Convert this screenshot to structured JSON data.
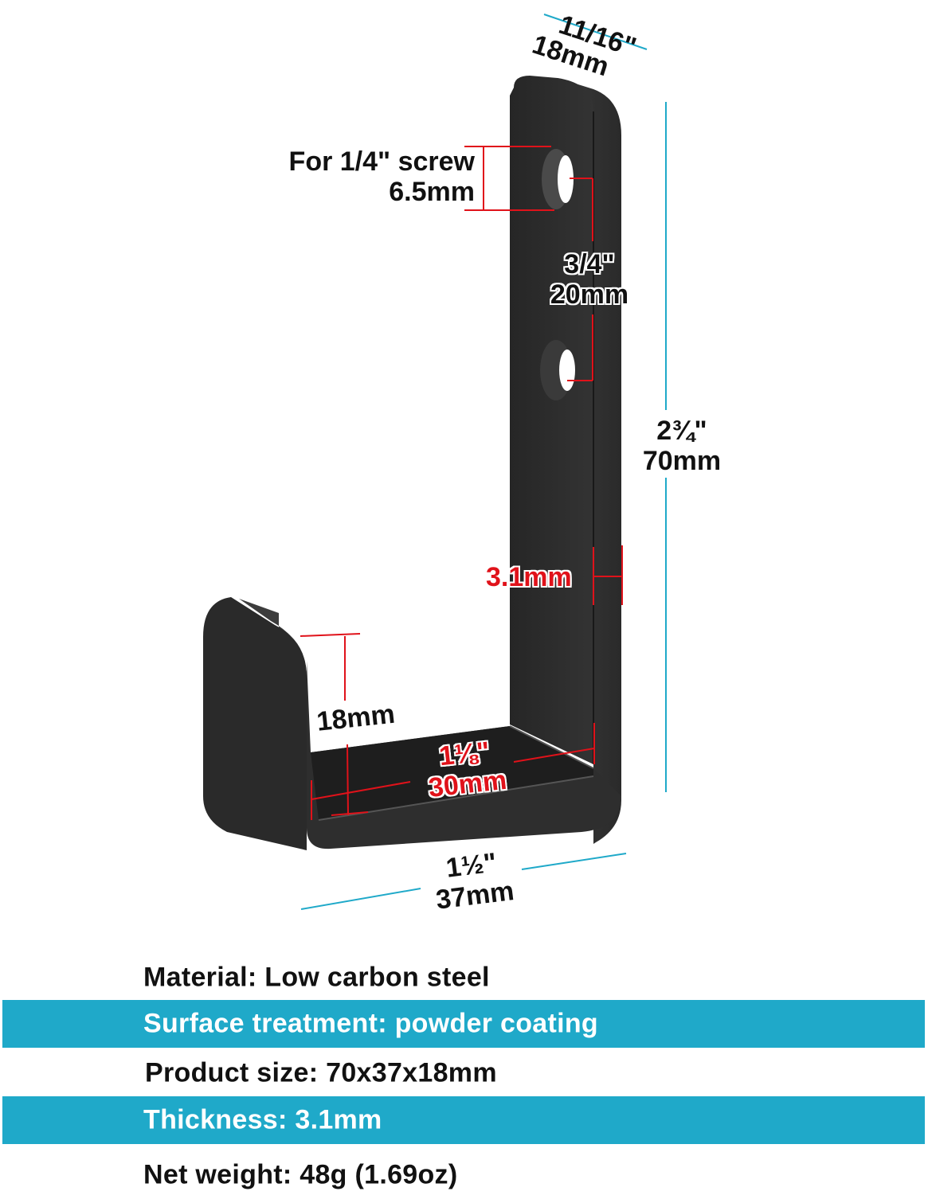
{
  "colors": {
    "accent_teal": "#1fa9c9",
    "dimension_red": "#e0121a",
    "hook_dark": "#2b2b2b",
    "text_dark": "#111111",
    "band_text": "#ffffff"
  },
  "dimensions": {
    "depth": {
      "imperial": "11/16\"",
      "metric": "18mm"
    },
    "screw": {
      "line1": "For 1/4\" screw",
      "line2": "6.5mm"
    },
    "hole_spacing": {
      "imperial": "3/4\"",
      "metric": "20mm"
    },
    "height": {
      "imperial": "2¾\"",
      "metric": "70mm"
    },
    "thickness": {
      "value": "3.1mm"
    },
    "lip_height": {
      "value": "18mm"
    },
    "inner_width": {
      "imperial": "1⅛\"",
      "metric": "30mm"
    },
    "outer_width": {
      "imperial": "1½\"",
      "metric": "37mm"
    }
  },
  "specs": [
    {
      "text": "Material: Low carbon steel",
      "highlight": false
    },
    {
      "text": "Surface treatment: powder coating",
      "highlight": true
    },
    {
      "text": "Product size: 70x37x18mm",
      "highlight": false
    },
    {
      "text": "Thickness: 3.1mm",
      "highlight": true
    },
    {
      "text": "Net weight: 48g (1.69oz)",
      "highlight": false
    }
  ]
}
